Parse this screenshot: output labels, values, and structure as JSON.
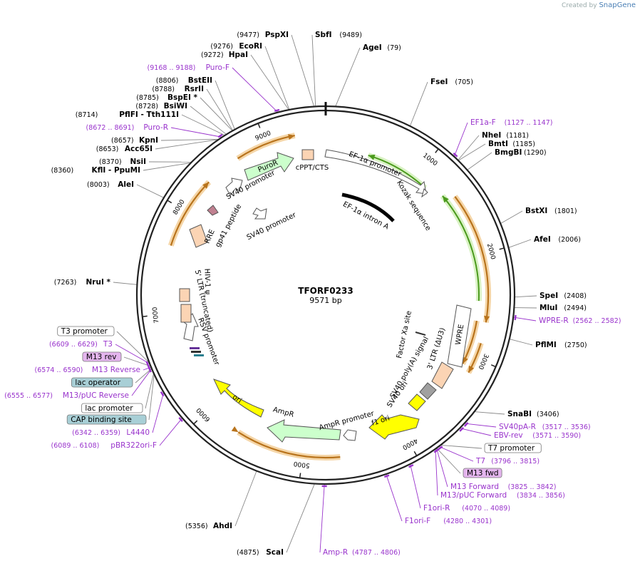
{
  "credit": {
    "prefix": "Created by",
    "brand": "SnapGene"
  },
  "plasmid": {
    "name": "TFORF0233",
    "size_label": "9571 bp",
    "length": 9571
  },
  "ticks": [
    {
      "label": "1000",
      "pos": 1000
    },
    {
      "label": "2000",
      "pos": 2000
    },
    {
      "label": "3000",
      "pos": 3000
    },
    {
      "label": "4000",
      "pos": 4000
    },
    {
      "label": "5000",
      "pos": 5000
    },
    {
      "label": "6000",
      "pos": 6000
    },
    {
      "label": "7000",
      "pos": 7000
    },
    {
      "label": "8000",
      "pos": 8000
    },
    {
      "label": "9000",
      "pos": 9000
    }
  ],
  "sites": [
    {
      "name": "PspXI",
      "pos_label": "(9477)",
      "pos": 9477
    },
    {
      "name": "SbfI",
      "pos_label": "(9489)",
      "pos": 9489
    },
    {
      "name": "AgeI",
      "pos_label": "(79)",
      "pos": 79
    },
    {
      "name": "FseI",
      "pos_label": "(705)",
      "pos": 705
    },
    {
      "name": "EF1a-F",
      "pos_label": "(1127 .. 1147)",
      "pos": 1137,
      "primer": true
    },
    {
      "name": "NheI",
      "pos_label": "(1181)",
      "pos": 1181
    },
    {
      "name": "BmtI",
      "pos_label": "(1185)",
      "pos": 1185
    },
    {
      "name": "BmgBI",
      "pos_label": "(1290)",
      "pos": 1290
    },
    {
      "name": "BstXI",
      "pos_label": "(1801)",
      "pos": 1801
    },
    {
      "name": "AfeI",
      "pos_label": "(2006)",
      "pos": 2006
    },
    {
      "name": "SpeI",
      "pos_label": "(2408)",
      "pos": 2408
    },
    {
      "name": "MluI",
      "pos_label": "(2494)",
      "pos": 2494
    },
    {
      "name": "WPRE-R",
      "pos_label": "(2562 .. 2582)",
      "pos": 2572,
      "primer": true
    },
    {
      "name": "PflMI",
      "pos_label": "(2750)",
      "pos": 2750
    },
    {
      "name": "SnaBI",
      "pos_label": "(3406)",
      "pos": 3406
    },
    {
      "name": "SV40pA-R",
      "pos_label": "(3517 .. 3536)",
      "pos": 3526,
      "primer": true
    },
    {
      "name": "EBV-rev",
      "pos_label": "(3571 .. 3590)",
      "pos": 3580,
      "primer": true
    },
    {
      "name": "T7 promoter",
      "pos_label": "",
      "pos": 3790,
      "box": "white"
    },
    {
      "name": "T7",
      "pos_label": "(3796 .. 3815)",
      "pos": 3805,
      "primer": true
    },
    {
      "name": "M13 fwd",
      "pos_label": "",
      "pos": 3830,
      "box": "purple"
    },
    {
      "name": "M13 Forward",
      "pos_label": "(3825 .. 3842)",
      "pos": 3833,
      "primer": true
    },
    {
      "name": "M13/pUC Forward",
      "pos_label": "(3834 .. 3856)",
      "pos": 3845,
      "primer": true
    },
    {
      "name": "F1ori-R",
      "pos_label": "(4070 .. 4089)",
      "pos": 4080,
      "primer": true
    },
    {
      "name": "F1ori-F",
      "pos_label": "(4280 .. 4301)",
      "pos": 4290,
      "primer": true
    },
    {
      "name": "Amp-R",
      "pos_label": "(4787 .. 4806)",
      "pos": 4796,
      "primer": true
    },
    {
      "name": "ScaI",
      "pos_label": "(4875)",
      "pos": 4875
    },
    {
      "name": "AhdI",
      "pos_label": "(5356)",
      "pos": 5356
    },
    {
      "name": "pBR322ori-F",
      "pos_label": "(6089 .. 6108)",
      "pos": 6098,
      "primer": true
    },
    {
      "name": "L4440",
      "pos_label": "(6342 .. 6359)",
      "pos": 6350,
      "primer": true
    },
    {
      "name": "CAP binding site",
      "pos_label": "",
      "pos": 6520,
      "box": "teal"
    },
    {
      "name": "lac promoter",
      "pos_label": "",
      "pos": 6530,
      "box": "white"
    },
    {
      "name": "M13/pUC Reverse",
      "pos_label": "(6555 .. 6577)",
      "pos": 6566,
      "primer": true
    },
    {
      "name": "lac operator",
      "pos_label": "",
      "pos": 6570,
      "box": "teal"
    },
    {
      "name": "M13 Reverse",
      "pos_label": "(6574 .. 6590)",
      "pos": 6582,
      "primer": true
    },
    {
      "name": "M13 rev",
      "pos_label": "",
      "pos": 6590,
      "box": "purple"
    },
    {
      "name": "T3",
      "pos_label": "(6609 .. 6629)",
      "pos": 6619,
      "primer": true
    },
    {
      "name": "T3 promoter",
      "pos_label": "",
      "pos": 6620,
      "box": "white"
    },
    {
      "name": "NruI *",
      "pos_label": "(7263)",
      "pos": 7263
    },
    {
      "name": "AleI",
      "pos_label": "(8003)",
      "pos": 8003
    },
    {
      "name": "KflI  - PpuMI",
      "pos_label": "(8360)",
      "pos": 8360
    },
    {
      "name": "NsiI",
      "pos_label": "(8370)",
      "pos": 8370
    },
    {
      "name": "Acc65I",
      "pos_label": "(8653)",
      "pos": 8653
    },
    {
      "name": "KpnI",
      "pos_label": "(8657)",
      "pos": 8657
    },
    {
      "name": "Puro-R",
      "pos_label": "(8672 .. 8691)",
      "pos": 8681,
      "primer": true
    },
    {
      "name": "PflFI  - Tth111I",
      "pos_label": "(8714)",
      "pos": 8714
    },
    {
      "name": "BsiWI",
      "pos_label": "(8728)",
      "pos": 8728
    },
    {
      "name": "BspEI *",
      "pos_label": "(8785)",
      "pos": 8785
    },
    {
      "name": "RsrII",
      "pos_label": "(8788)",
      "pos": 8788
    },
    {
      "name": "BstEII",
      "pos_label": "(8806)",
      "pos": 8806
    },
    {
      "name": "Puro-F",
      "pos_label": "(9168 .. 9188)",
      "pos": 9178,
      "primer": true
    },
    {
      "name": "HpaI",
      "pos_label": "(9272)",
      "pos": 9272
    },
    {
      "name": "EcoRI",
      "pos_label": "(9276)",
      "pos": 9276
    }
  ],
  "features": [
    {
      "name": "cPPT/CTS",
      "type": "box",
      "color": "#fbd4b4",
      "start": 9571,
      "end": 9571
    },
    {
      "name": "EF-1α promoter",
      "type": "arrow",
      "color": "#ffffff",
      "start": 9600,
      "end": 1350
    },
    {
      "name": "Kozak sequence",
      "type": "marker",
      "color": "#ffffff",
      "start": 1350,
      "end": 1360
    },
    {
      "name": "EF-1α intron A",
      "type": "black",
      "color": "#000000",
      "start": 300,
      "end": 1230
    },
    {
      "name": "WPRE",
      "type": "box",
      "color": "#ffffff",
      "start": 2600,
      "end": 3200
    },
    {
      "name": "Factor Xa site",
      "type": "marker",
      "color": "#000000",
      "start": 2850,
      "end": 2860
    },
    {
      "name": "3' LTR (ΔU3)",
      "type": "box",
      "color": "#fbd4b4",
      "start": 3250,
      "end": 3480
    },
    {
      "name": "SV40 poly(A) signal",
      "type": "box",
      "color": "#a0a0a0",
      "start": 3520,
      "end": 3640
    },
    {
      "name": "SV40 ori",
      "type": "box",
      "color": "#ffff00",
      "start": 3660,
      "end": 3790
    },
    {
      "name": "f1 ori",
      "type": "arrow",
      "color": "#ffff00",
      "start": 4300,
      "end": 3860
    },
    {
      "name": "AmpR promoter",
      "type": "arrow",
      "color": "#ffffff",
      "start": 4420,
      "end": 4320
    },
    {
      "name": "AmpR",
      "type": "arrow",
      "color": "#ccffcc",
      "start": 5260,
      "end": 4480
    },
    {
      "name": "ori",
      "type": "arrow",
      "color": "#ffff00",
      "start": 6020,
      "end": 5440
    },
    {
      "name": "RSV promoter",
      "type": "arrow",
      "color": "#ffffff",
      "start": 6670,
      "end": 6920
    },
    {
      "name": "5' LTR (truncated)",
      "type": "box",
      "color": "#fbd4b4",
      "start": 6930,
      "end": 7110
    },
    {
      "name": "HIV-1 ψ",
      "type": "box",
      "color": "#fbd4b4",
      "start": 7150,
      "end": 7280
    },
    {
      "name": "RRE",
      "type": "box",
      "color": "#fbd4b4",
      "start": 7700,
      "end": 7930
    },
    {
      "name": "gp41 peptide",
      "type": "marker",
      "color": "#c08090",
      "start": 8060,
      "end": 8140
    },
    {
      "name": "SV40 promoter",
      "type": "arrow",
      "color": "#ffffff",
      "start": 8450,
      "end": 8770
    },
    {
      "name": "PuroR",
      "type": "arrow",
      "color": "#ccffcc",
      "start": 8790,
      "end": 9400
    },
    {
      "name": "SV40 promoter",
      "type": "arrow",
      "color": "#ffffff",
      "start": 8230,
      "end": 8410
    }
  ],
  "orfs": [
    {
      "start": 8700,
      "end": 9280,
      "dir": 1,
      "level": 0
    },
    {
      "start": 1400,
      "end": 2650,
      "dir": 1,
      "level": 0
    },
    {
      "start": 2650,
      "end": 3100,
      "dir": 1,
      "level": 1
    },
    {
      "start": 2850,
      "end": 3150,
      "dir": 1,
      "level": 0
    },
    {
      "start": 5650,
      "end": 4650,
      "dir": -1,
      "level": 0
    },
    {
      "start": 7650,
      "end": 8350,
      "dir": 1,
      "level": 0
    }
  ],
  "green_arrows": [
    {
      "start": 450,
      "end": 1140,
      "dir": -1,
      "level": 1
    },
    {
      "start": 1320,
      "end": 2450,
      "dir": -1,
      "level": 1
    }
  ]
}
